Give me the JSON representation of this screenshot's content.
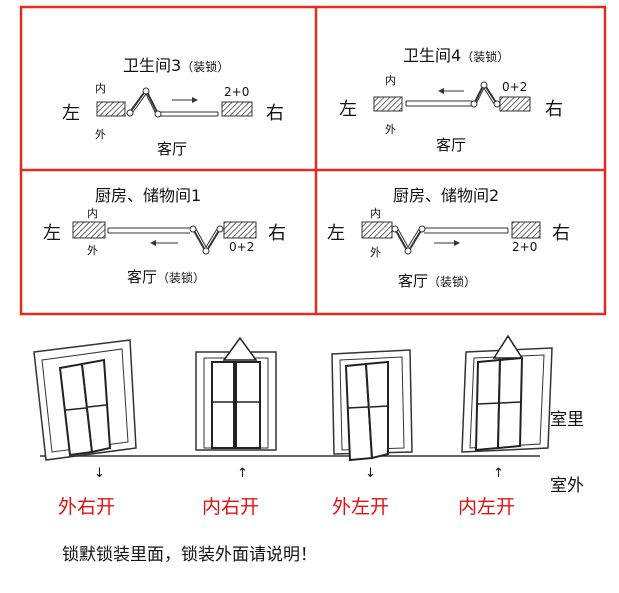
{
  "colors": {
    "border": "#e32b22",
    "label_red": "#e41010",
    "hatch": "#444444"
  },
  "panels": [
    {
      "title": "卫生间3",
      "title_note": "（装锁）",
      "left": "左",
      "right": "右",
      "inner": "内",
      "outer": "外",
      "hinge": "2+0",
      "room": "客厅",
      "room_note": ""
    },
    {
      "title": "卫生间4",
      "title_note": "（装锁）",
      "left": "左",
      "right": "右",
      "inner": "内",
      "outer": "外",
      "hinge": "0+2",
      "room": "客厅",
      "room_note": ""
    },
    {
      "title": "厨房、储物间1",
      "title_note": "",
      "left": "左",
      "right": "右",
      "inner": "内",
      "outer": "外",
      "hinge": "0+2",
      "room": "客厅",
      "room_note": "（装锁）"
    },
    {
      "title": "厨房、储物间2",
      "title_note": "",
      "left": "左",
      "right": "右",
      "inner": "内",
      "outer": "外",
      "hinge": "2+0",
      "room": "客厅",
      "room_note": "（装锁）"
    }
  ],
  "doors": [
    {
      "label": "外右开",
      "arrow": "↓"
    },
    {
      "label": "内右开",
      "arrow": "↑"
    },
    {
      "label": "外左开",
      "arrow": "↓"
    },
    {
      "label": "内左开",
      "arrow": "↑"
    }
  ],
  "sides": {
    "inside": "室里",
    "outside": "室外"
  },
  "footer": "锁默锁装里面，锁装外面请说明！"
}
